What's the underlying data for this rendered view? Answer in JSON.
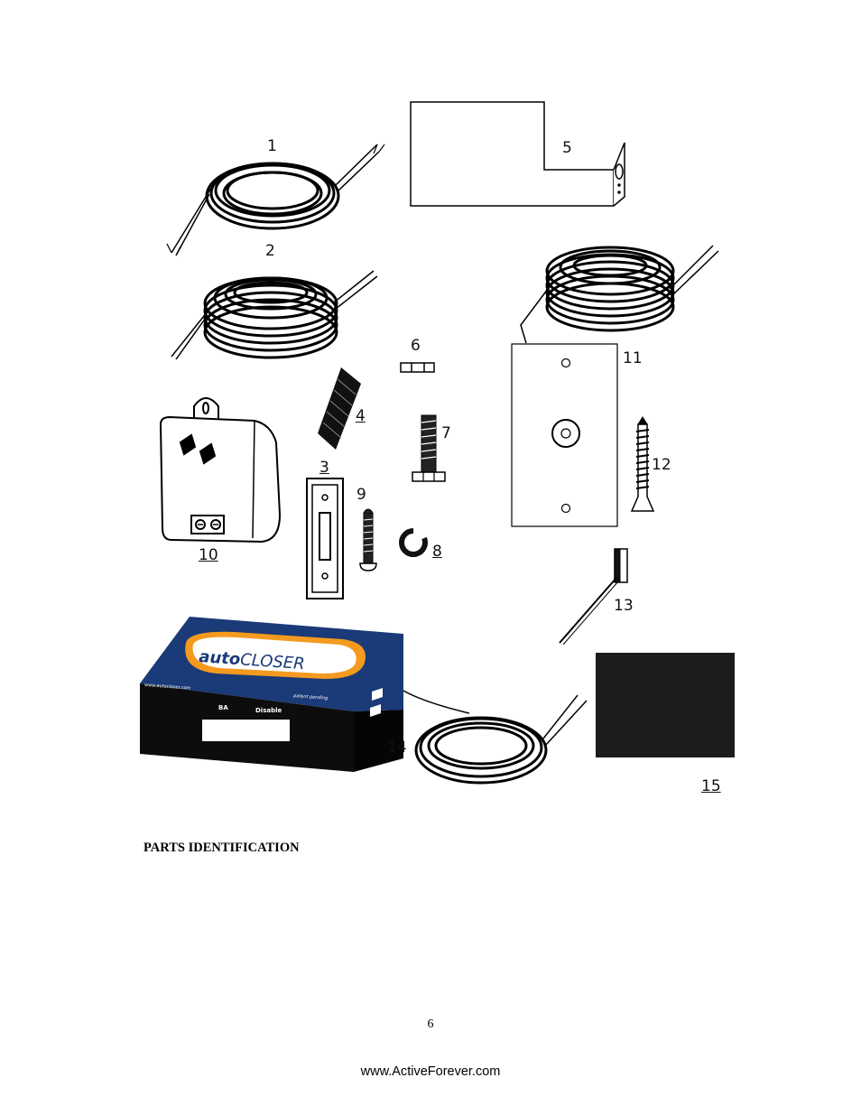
{
  "parts_figure": {
    "callouts": [
      {
        "id": "1",
        "text": "1"
      },
      {
        "id": "2",
        "text": "2"
      },
      {
        "id": "3",
        "text": "3"
      },
      {
        "id": "4",
        "text": "4"
      },
      {
        "id": "5",
        "text": "5"
      },
      {
        "id": "6",
        "text": "6"
      },
      {
        "id": "7",
        "text": "7"
      },
      {
        "id": "8",
        "text": "8"
      },
      {
        "id": "9",
        "text": "9"
      },
      {
        "id": "10",
        "text": "10"
      },
      {
        "id": "11",
        "text": "11"
      },
      {
        "id": "12",
        "text": "12"
      },
      {
        "id": "13",
        "text": "13"
      },
      {
        "id": "14",
        "text": "14"
      },
      {
        "id": "15",
        "text": "15"
      }
    ],
    "controller_box": {
      "brand_bold": "auto",
      "brand_rest": "CLOSER",
      "website": "www.autocloser.com",
      "patent": "patent pending",
      "terminal_left": "BA",
      "terminal_right": "Disable"
    }
  },
  "section_heading": "PARTS IDENTIFICATION",
  "page_number": "6",
  "footer_url": "www.ActiveForever.com"
}
